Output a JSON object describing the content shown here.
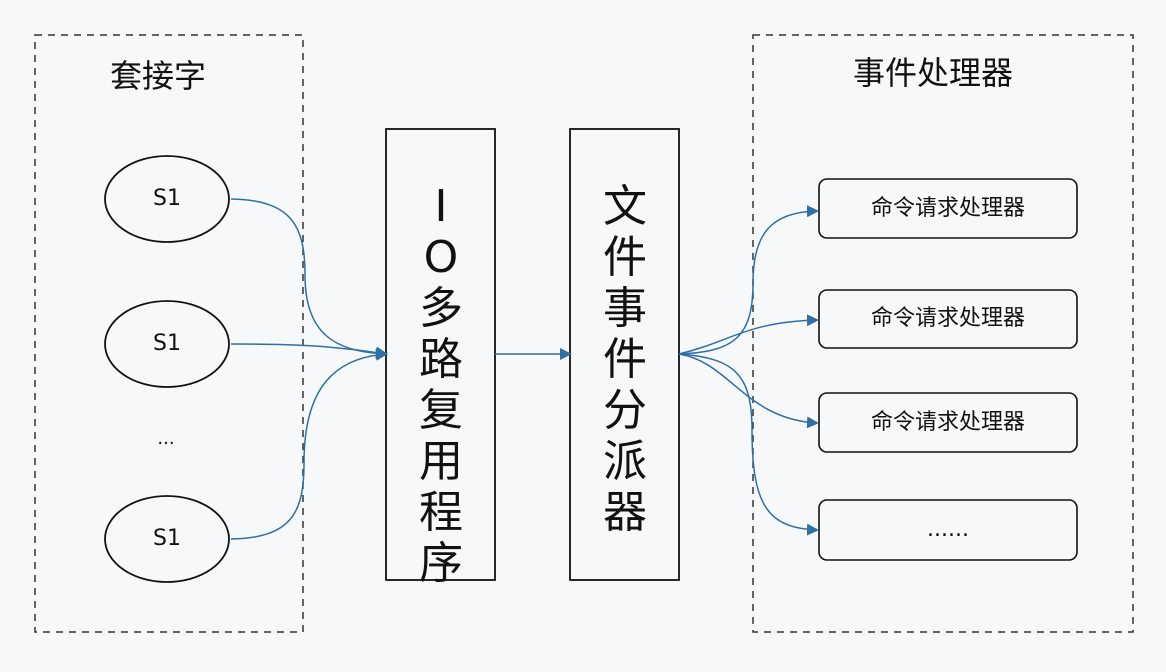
{
  "groups": {
    "sockets": {
      "title": "套接字",
      "items": [
        "S1",
        "S1",
        "S1"
      ],
      "ellipsis": "..."
    },
    "handlers": {
      "title": "事件处理器",
      "items": [
        "命令请求处理器",
        "命令请求处理器",
        "命令请求处理器",
        "......"
      ]
    }
  },
  "components": {
    "multiplexer": "IO多路复用程序",
    "dispatcher": "文件事件分派器"
  },
  "colors": {
    "background": "#f7f8fa",
    "stroke": "#111111",
    "dash": "#333333",
    "arrow": "#2f6fa4"
  }
}
